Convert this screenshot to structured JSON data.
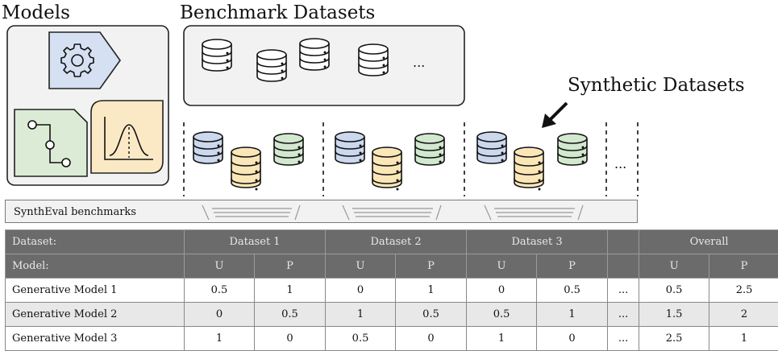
{
  "headings": {
    "models": "Models",
    "benchmark": "Benchmark Datasets",
    "synthetic": "Synthetic Datasets"
  },
  "benchmark_ellipsis": "...",
  "synthetic_ellipsis": "...",
  "bench_bar_label": "SynthEval benchmarks",
  "colors": {
    "model_panel": "#f2f2f2",
    "gear_card": "#d5e0f2",
    "flow_card": "#dcebd6",
    "dist_card": "#fbe9c6",
    "db_blue": "#cbd8ee",
    "db_yellow": "#fbe6b8",
    "db_green": "#d2e8cf",
    "header_row": "#6b6b6b",
    "alt_row": "#e8e8e8"
  },
  "table": {
    "header1": [
      "Dataset:",
      "Dataset 1",
      "Dataset 2",
      "Dataset 3",
      "",
      "Overall"
    ],
    "header2": [
      "Model:",
      "U",
      "P",
      "U",
      "P",
      "U",
      "P",
      "",
      "U",
      "P"
    ],
    "rows": [
      [
        "Generative Model 1",
        "0.5",
        "1",
        "0",
        "1",
        "0",
        "0.5",
        "...",
        "0.5",
        "2.5"
      ],
      [
        "Generative Model 2",
        "0",
        "0.5",
        "1",
        "0.5",
        "0.5",
        "1",
        "...",
        "1.5",
        "2"
      ],
      [
        "Generative Model 3",
        "1",
        "0",
        "0.5",
        "0",
        "1",
        "0",
        "...",
        "2.5",
        "1"
      ]
    ]
  }
}
